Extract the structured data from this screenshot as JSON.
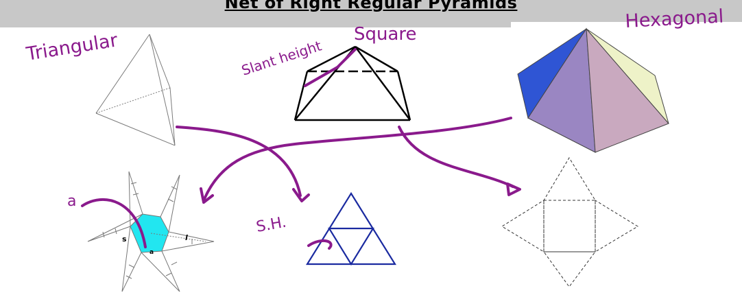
{
  "title": "Net of Right Regular Pyramids",
  "colors": {
    "ink": "#8a1a8c",
    "hex_blue": "#2f55d4",
    "hex_purple": "#9a86c2",
    "hex_pink": "#c9a9bf",
    "hex_yellow": "#eef2c8",
    "net_cyan": "#22e6f0",
    "tri_net_blue": "#1a2aa0"
  },
  "annotations": {
    "triangular": "Triangular",
    "square": "Square",
    "hexagonal": "Hexagonal",
    "slant_height": "Slant height",
    "sh": "S.H.",
    "a": "a"
  },
  "net_labels": {
    "s": "s",
    "a": "a",
    "l": "l"
  }
}
